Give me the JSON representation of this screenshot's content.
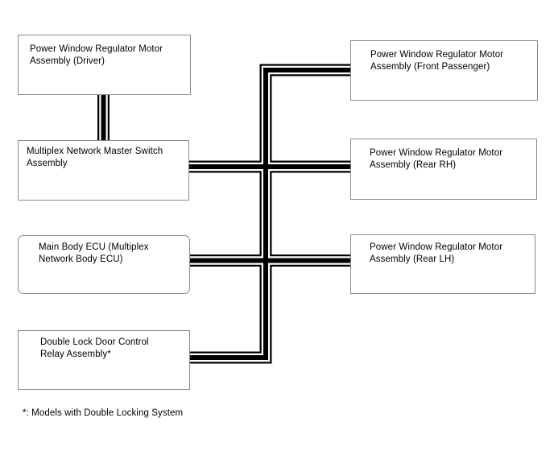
{
  "diagram": {
    "title_hint": "Power window / multiplex network communication diagram",
    "colors": {
      "background": "#ffffff",
      "bus_line": "#000000",
      "box_border": "#8a8a8a",
      "text": "#000000"
    },
    "nodes": {
      "driver": {
        "lines": [
          "Power Window Regulator Motor",
          "Assembly (Driver)"
        ]
      },
      "master_switch": {
        "lines": [
          "Multiplex Network Master Switch",
          "Assembly"
        ]
      },
      "main_body_ecu": {
        "lines": [
          "Main Body ECU (Multiplex",
          "Network Body ECU)"
        ]
      },
      "double_lock_relay": {
        "lines": [
          "Double Lock Door Control",
          "Relay Assembly*"
        ]
      },
      "front_passenger": {
        "lines": [
          "Power Window Regulator Motor",
          "Assembly (Front Passenger)"
        ]
      },
      "rear_rh": {
        "lines": [
          "Power Window Regulator Motor",
          "Assembly (Rear RH)"
        ]
      },
      "rear_lh": {
        "lines": [
          "Power Window Regulator Motor",
          "Assembly (Rear LH)"
        ]
      }
    },
    "connections": [
      {
        "from": "driver",
        "to": "master_switch",
        "style": "multiplex-double-line"
      },
      {
        "from": "master_switch",
        "to": "rear_rh",
        "style": "multiplex-double-line"
      },
      {
        "from": "main_body_ecu",
        "to": "rear_lh",
        "style": "multiplex-double-line"
      },
      {
        "from": "front_passenger",
        "to": "double_lock_relay",
        "via": "vertical-trunk",
        "style": "multiplex-double-line"
      }
    ],
    "footnote": "*: Models with Double Locking System"
  }
}
